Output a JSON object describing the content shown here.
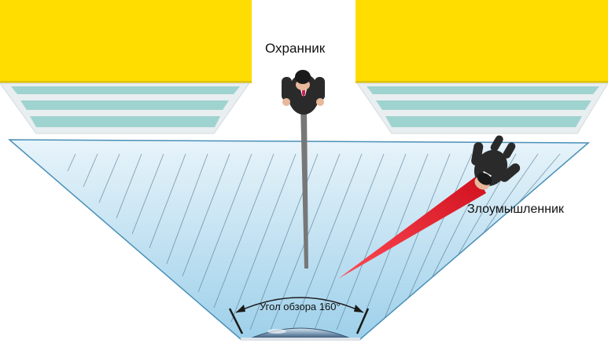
{
  "labels": {
    "guard": "Охранник",
    "intruder": "Злоумышленник",
    "view_angle": "Угол обзора 160°"
  },
  "colors": {
    "building": "#FFDD00",
    "window_frame": "#E9EEF0",
    "window_glass": "#9FD3CF",
    "field_top": "#E8F4FA",
    "field_bottom": "#9ED0EA",
    "field_edge": "#4A90B8",
    "person_suit": "#2A2A2A",
    "guard_sight": "#777777",
    "intruder_sight": "#E8192C"
  },
  "icons": {
    "guard": "person-top-view-icon",
    "intruder": "person-top-view-icon",
    "camera": "dome-camera-icon"
  }
}
